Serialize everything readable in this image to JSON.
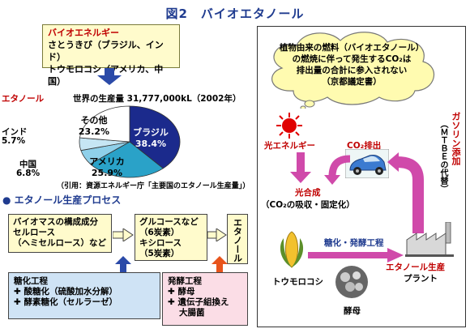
{
  "title": "図2　バイオエタノール",
  "bio_energy": {
    "heading": "バイオエネルギー",
    "line1": "さとうきび（ブラジル、インド）",
    "line2": "トウモロコシ（アメリカ、中国）"
  },
  "production": {
    "label": "エタノール",
    "text": "世界の生産量 31,777,000kL（2002年）"
  },
  "pie": {
    "slices": [
      {
        "name": "ブラジル",
        "value": 38.4,
        "pct": "38.4%",
        "color": "#1b2a8c"
      },
      {
        "name": "アメリカ",
        "value": 25.9,
        "pct": "25.9%",
        "color": "#2aa2c8"
      },
      {
        "name": "中国",
        "value": 6.8,
        "pct": "6.8%",
        "color": "#8fd0ea"
      },
      {
        "name": "インド",
        "value": 5.7,
        "pct": "5.7%",
        "color": "#c6e6f4"
      },
      {
        "name": "その他",
        "value": 23.2,
        "pct": "23.2%",
        "color": "#ffffff"
      }
    ]
  },
  "citation": "（引用：資源エネルギー庁「主要国のエタノール生産量」）",
  "process": {
    "heading": "● エタノール生産プロセス",
    "box1": [
      "バイオマスの構成成分",
      "セルロース",
      "（ヘミセルロース）など"
    ],
    "box2": [
      "グルコースなど",
      "（6炭素）",
      "キシロース",
      "（5炭素）"
    ],
    "box3": "エタノール",
    "sacchar": [
      "糖化工程",
      "✚ 酸糖化（硫酸加水分解）",
      "✚ 酵素糖化（セルラーゼ）"
    ],
    "ferment": [
      "発酵工程",
      "✚ 酵母",
      "✚ 遺伝子組換え",
      "大腸菌"
    ]
  },
  "cloud": [
    "植物由来の燃料（バイオエタノール）",
    "の燃焼に伴って発生するCO₂は",
    "排出量の合計に参入されない",
    "（京都議定書）"
  ],
  "right": {
    "light": "光エネルギー",
    "co2": "CO₂排出",
    "gasoline": "ガソリン添加",
    "mtbe": "（ＭＴＢＥの代替）",
    "photo": "光合成",
    "photo_sub": "（CO₂の吸収・固定化）",
    "process": "糖化・発酵工程",
    "plant_l1": "エタノール生産",
    "plant_l2": "プラント",
    "corn": "トウモロコシ",
    "yeast": "酵母"
  }
}
